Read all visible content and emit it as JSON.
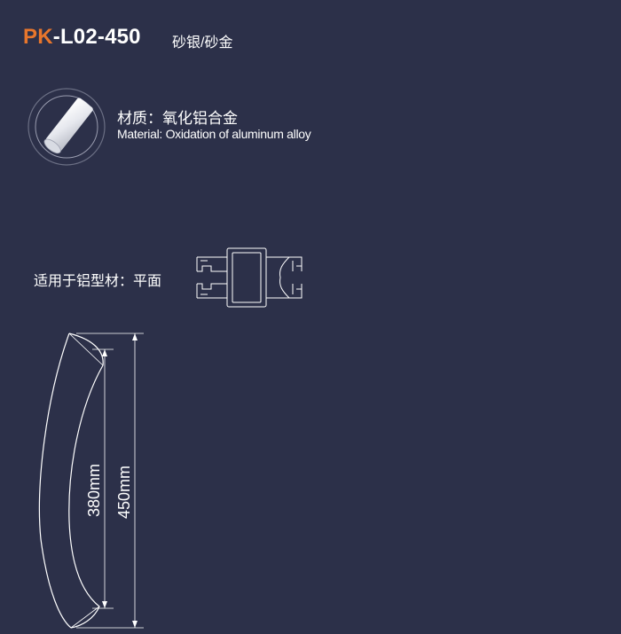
{
  "header": {
    "model_prefix": "PK",
    "model_rest": "-L02-450",
    "finish": "砂银/砂金"
  },
  "material": {
    "icon": "aluminum-rod-icon",
    "label_cn": "材质：氧化铝合金",
    "label_en": "Material: Oxidation of aluminum alloy"
  },
  "applicable": {
    "label": "适用于铝型材：平面",
    "icon": "aluminum-profile-section-icon"
  },
  "dimensions": {
    "hole_distance": "380mm",
    "total_length": "450mm"
  },
  "colors": {
    "background": "#2c3049",
    "accent": "#e8762c",
    "text": "#ffffff"
  }
}
